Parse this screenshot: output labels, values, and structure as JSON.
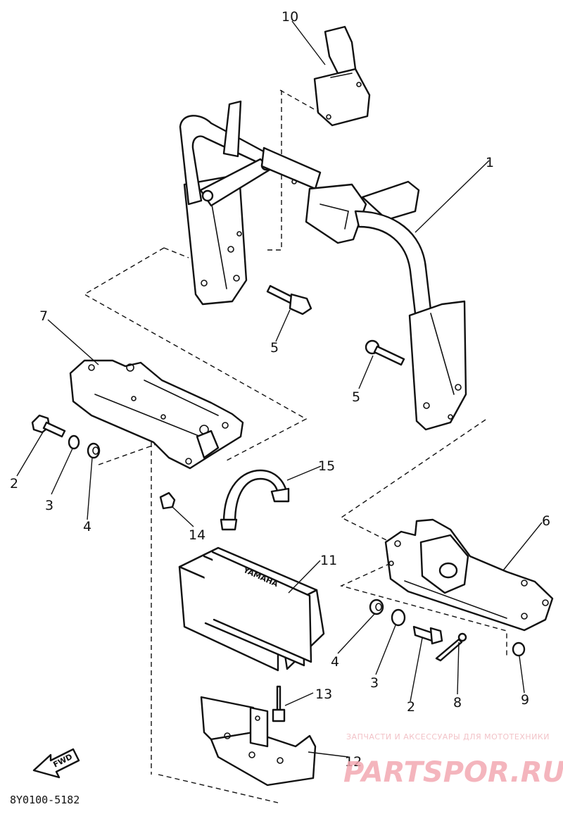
{
  "diagram": {
    "code": "8Y0100-5182",
    "fwd_label": "FWD",
    "callouts": [
      "1",
      "2",
      "3",
      "4",
      "5",
      "5",
      "6",
      "7",
      "2",
      "3",
      "4",
      "8",
      "9",
      "10",
      "11",
      "12",
      "13",
      "14",
      "15"
    ],
    "battery_brand": "YAMAHA"
  },
  "watermark": {
    "small_text": "ЗАПЧАСТИ И АКСЕССУАРЫ ДЛЯ МОТОТЕХНИКИ",
    "big_text": "PARTSPOR.RU"
  },
  "colors": {
    "ink": "#111111",
    "watermark": "#f3a9b2"
  }
}
